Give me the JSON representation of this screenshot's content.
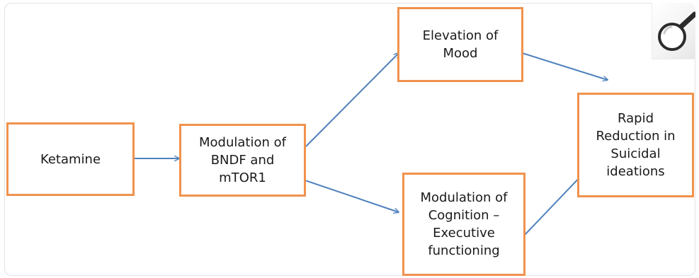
{
  "diagram": {
    "nodes": {
      "ketamine": "Ketamine",
      "modulation_bndf": "Modulation of\nBNDF and\nmTOR1",
      "elevation_mood": "Elevation of\nMood",
      "modulation_cognition": "Modulation of\nCognition –\nExecutive\nfunctioning",
      "rapid_reduction": "Rapid\nReduction in\nSuicidal\nideations"
    },
    "edges": [
      {
        "from": "ketamine",
        "to": "modulation_bndf"
      },
      {
        "from": "modulation_bndf",
        "to": "elevation_mood"
      },
      {
        "from": "modulation_bndf",
        "to": "modulation_cognition"
      },
      {
        "from": "elevation_mood",
        "to": "rapid_reduction"
      },
      {
        "from": "modulation_cognition",
        "to": "rapid_reduction"
      }
    ],
    "colors": {
      "box_border": "#f0924d",
      "arrow": "#4f81bd",
      "text": "#1a1a1a"
    }
  },
  "controls": {
    "zoom_icon": "magnifier-icon"
  }
}
